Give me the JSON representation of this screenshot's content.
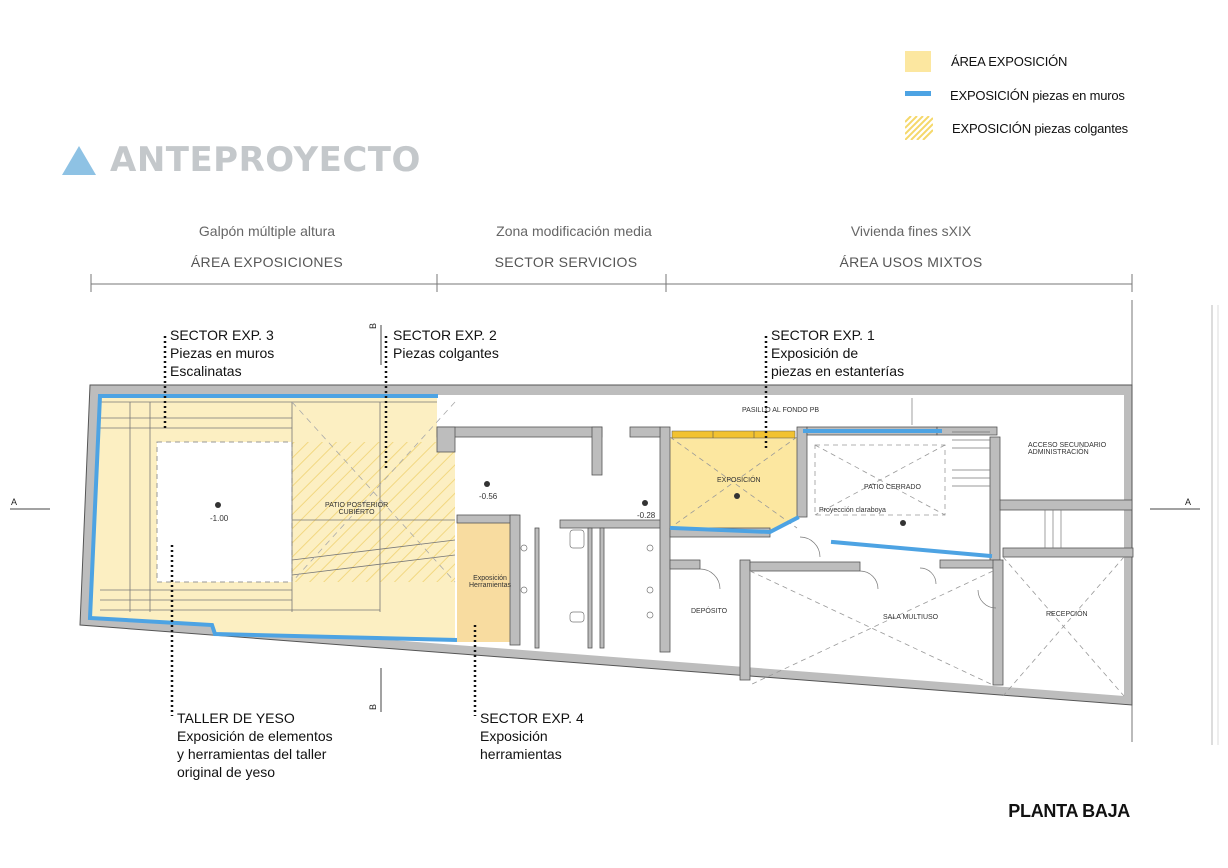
{
  "legend": {
    "items": [
      {
        "label": "ÁREA EXPOSICIÓN",
        "color": "#fce7a0",
        "style": "fill"
      },
      {
        "label": "EXPOSICIÓN piezas en muros",
        "color": "#4da3e3",
        "style": "line"
      },
      {
        "label": "EXPOSICIÓN piezas colgantes",
        "color": "#f5d86a",
        "style": "hatch"
      }
    ]
  },
  "brand": {
    "title": "ANTEPROYECTO",
    "icon": "triangle-icon",
    "color": "#8ec2e4"
  },
  "zones": [
    {
      "subtitle": "Galpón múltiple altura",
      "title": "ÁREA EXPOSICIONES"
    },
    {
      "subtitle": "Zona modificación media",
      "title": "SECTOR SERVICIOS"
    },
    {
      "subtitle": "Vivienda fines sXIX",
      "title": "ÁREA USOS MIXTOS"
    }
  ],
  "callouts": {
    "sector3": [
      "SECTOR EXP. 3",
      "Piezas en muros",
      "Escalinatas"
    ],
    "sector2": [
      "SECTOR EXP. 2",
      "Piezas colgantes"
    ],
    "sector1": [
      "SECTOR EXP. 1",
      "Exposición de",
      "piezas en estanterías"
    ],
    "taller": [
      "TALLER DE YESO",
      "Exposición de elementos",
      "y herramientas del taller",
      "original de yeso"
    ],
    "sector4": [
      "SECTOR EXP. 4",
      "Exposición",
      "herramientas"
    ]
  },
  "rooms": {
    "pasillo": "PASILLO AL FONDO PB",
    "acceso_1": "ACCESO SECUNDARIO",
    "acceso_2": "ADMINISTRACIÓN",
    "patio_posterior_1": "PATIO POSTERIOR",
    "patio_posterior_2": "CUBIERTO",
    "exposicion": "EXPOSICIÓN",
    "patio_cerrado": "PATIO CERRADO",
    "proyeccion": "Proyección claraboya",
    "expo_herr_1": "Exposición",
    "expo_herr_2": "Herramientas",
    "deposito": "DEPÓSITO",
    "sala_multiuso": "SALA MULTIUSO",
    "recepcion": "RECEPCIÓN"
  },
  "levels": {
    "main": "-1.00",
    "service": "-0.56",
    "corridor": "-0.28"
  },
  "section_marks": {
    "a": "A",
    "b": "B"
  },
  "footer": {
    "title": "PLANTA BAJA"
  }
}
